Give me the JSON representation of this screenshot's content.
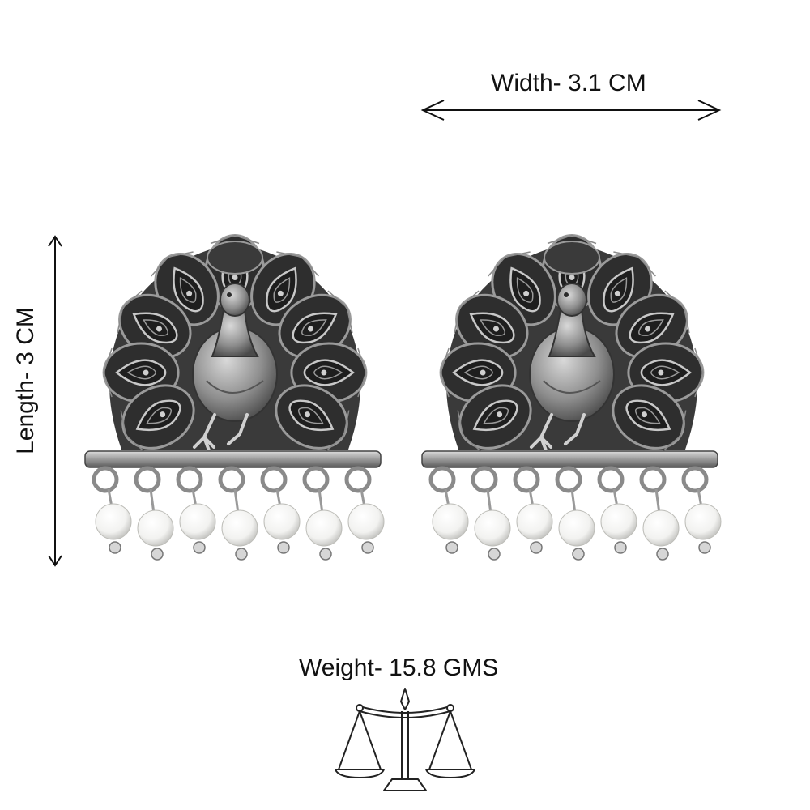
{
  "dimensions": {
    "width_label": "Width- 3.1 CM",
    "length_label": "Length- 3 CM",
    "weight_label": "Weight- 15.8 GMS"
  },
  "product": {
    "earring_count": 2,
    "pearl_count_per_earring": 7,
    "metal_color": "#8a8a8a",
    "dark_color": "#2b2b2b",
    "pearl_color": "#f4f4f2"
  },
  "icons": {
    "scale": "balance-scale-icon",
    "width_arrow": "double-arrow-horizontal-icon",
    "length_arrow": "double-arrow-vertical-icon"
  }
}
